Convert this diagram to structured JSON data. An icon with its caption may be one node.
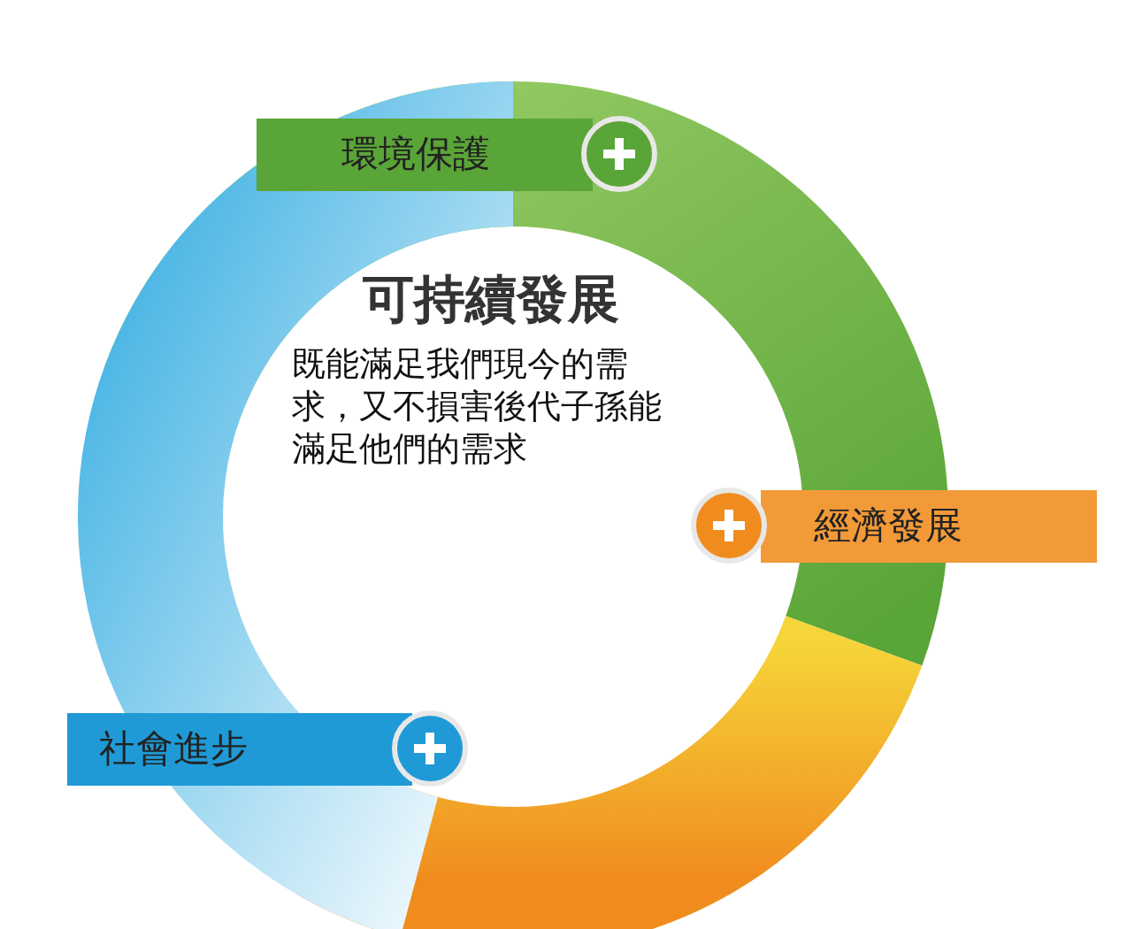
{
  "diagram": {
    "nodes": [
      {
        "text": [
          "可持續發展",
          "既能滿足我們現今的需求，又不損害後代子孫能滿足他們的需求"
        ]
      },
      {
        "text": [
          "環境保護"
        ]
      },
      {
        "text": [
          "經濟發展"
        ]
      },
      {
        "text": [
          "社會進步"
        ]
      }
    ]
  }
}
